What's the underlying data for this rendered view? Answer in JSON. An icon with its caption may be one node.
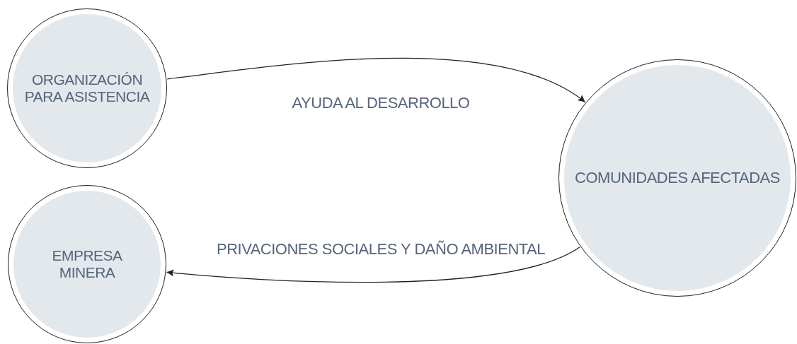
{
  "diagram": {
    "nodes": [
      {
        "text": [
          "ORGANIZACIÓN PARA ASISTENCIA"
        ]
      },
      {
        "text": [
          "EMPRESA MINERA"
        ]
      },
      {
        "text": [
          "COMUNIDADES AFECTADAS"
        ]
      }
    ],
    "edges": [
      {
        "from": 0,
        "to": 2,
        "arrow": "to",
        "label": "AYUDA AL DESARROLLO"
      },
      {
        "from": 2,
        "to": 1,
        "arrow": "to",
        "label": "PRIVACIONES SOCIALES Y DAÑO AMBIENTAL"
      }
    ]
  }
}
